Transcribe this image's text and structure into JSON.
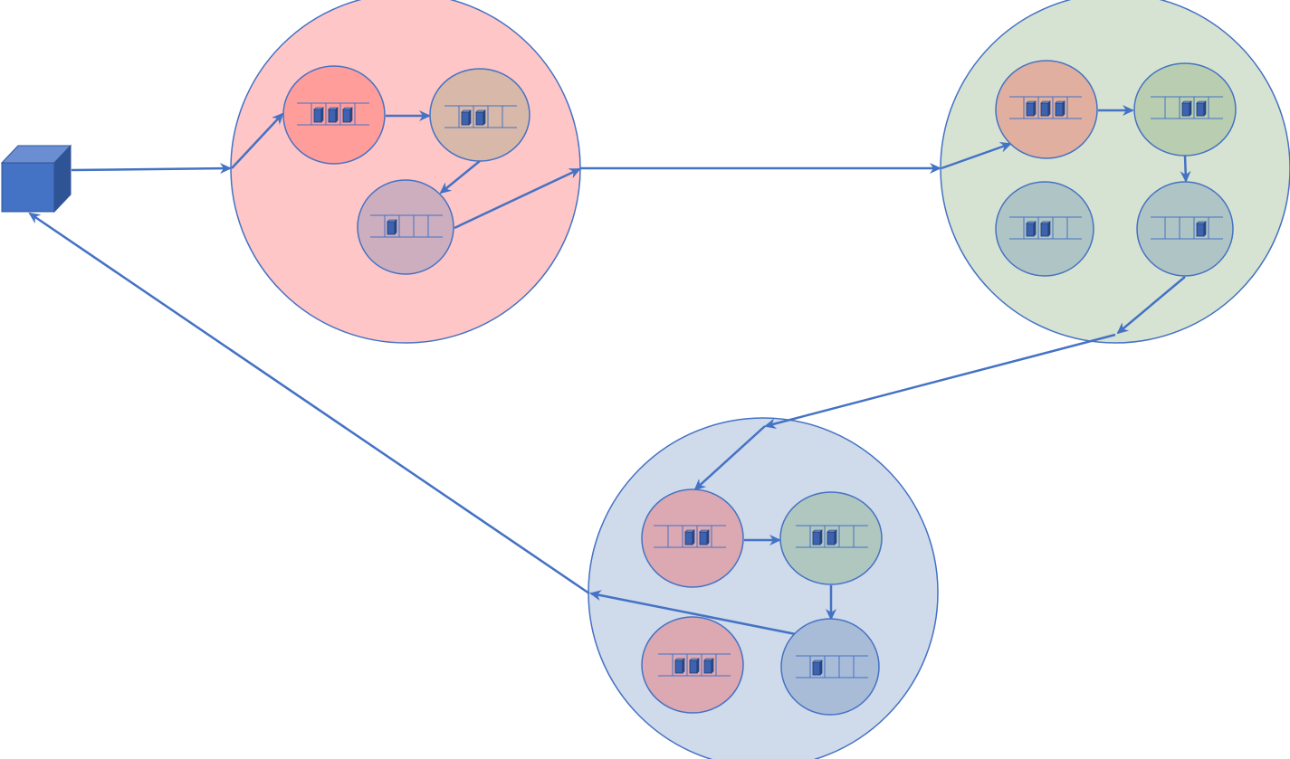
{
  "colors": {
    "stroke": "#4472C4",
    "background": "#FFFFFF",
    "block_fill": "#3D63B0",
    "block_top": "#6C8FD0",
    "block_side": "#2B4A8A"
  },
  "source_node": {
    "icon": "cube-icon",
    "fill": "#4472C4",
    "top_fill": "#6A8ED1",
    "side_fill": "#2F5496"
  },
  "groups": [
    {
      "id": "group-1",
      "fill": "#FFC6C8",
      "nodes": [
        {
          "id": "g1-n1",
          "fill": "#FF9D9B",
          "queue_cells": 5,
          "queue_filled": 3
        },
        {
          "id": "g1-n2",
          "fill": "#D8B8A8",
          "queue_cells": 5,
          "queue_filled": 2
        },
        {
          "id": "g1-n3",
          "fill": "#CCAEBE",
          "queue_cells": 5,
          "queue_filled": 1
        }
      ]
    },
    {
      "id": "group-2",
      "fill": "#D7E3D2",
      "nodes": [
        {
          "id": "g2-n1",
          "fill": "#E0AFA0",
          "queue_cells": 5,
          "queue_filled": 3
        },
        {
          "id": "g2-n2",
          "fill": "#B9CEB0",
          "queue_cells": 5,
          "queue_filled": 2
        },
        {
          "id": "g2-n3",
          "fill": "#AFC4C4",
          "queue_cells": 5,
          "queue_filled": 2
        },
        {
          "id": "g2-n4",
          "fill": "#AFC4C4",
          "queue_cells": 5,
          "queue_filled": 1
        }
      ]
    },
    {
      "id": "group-3",
      "fill": "#CFDAEA",
      "nodes": [
        {
          "id": "g3-n1",
          "fill": "#DCA8B2",
          "queue_cells": 5,
          "queue_filled": 2
        },
        {
          "id": "g3-n2",
          "fill": "#B0C7C0",
          "queue_cells": 5,
          "queue_filled": 2
        },
        {
          "id": "g3-n3",
          "fill": "#DCA8B2",
          "queue_cells": 5,
          "queue_filled": 3
        },
        {
          "id": "g3-n4",
          "fill": "#A8BCD8",
          "queue_cells": 5,
          "queue_filled": 1
        }
      ]
    }
  ]
}
